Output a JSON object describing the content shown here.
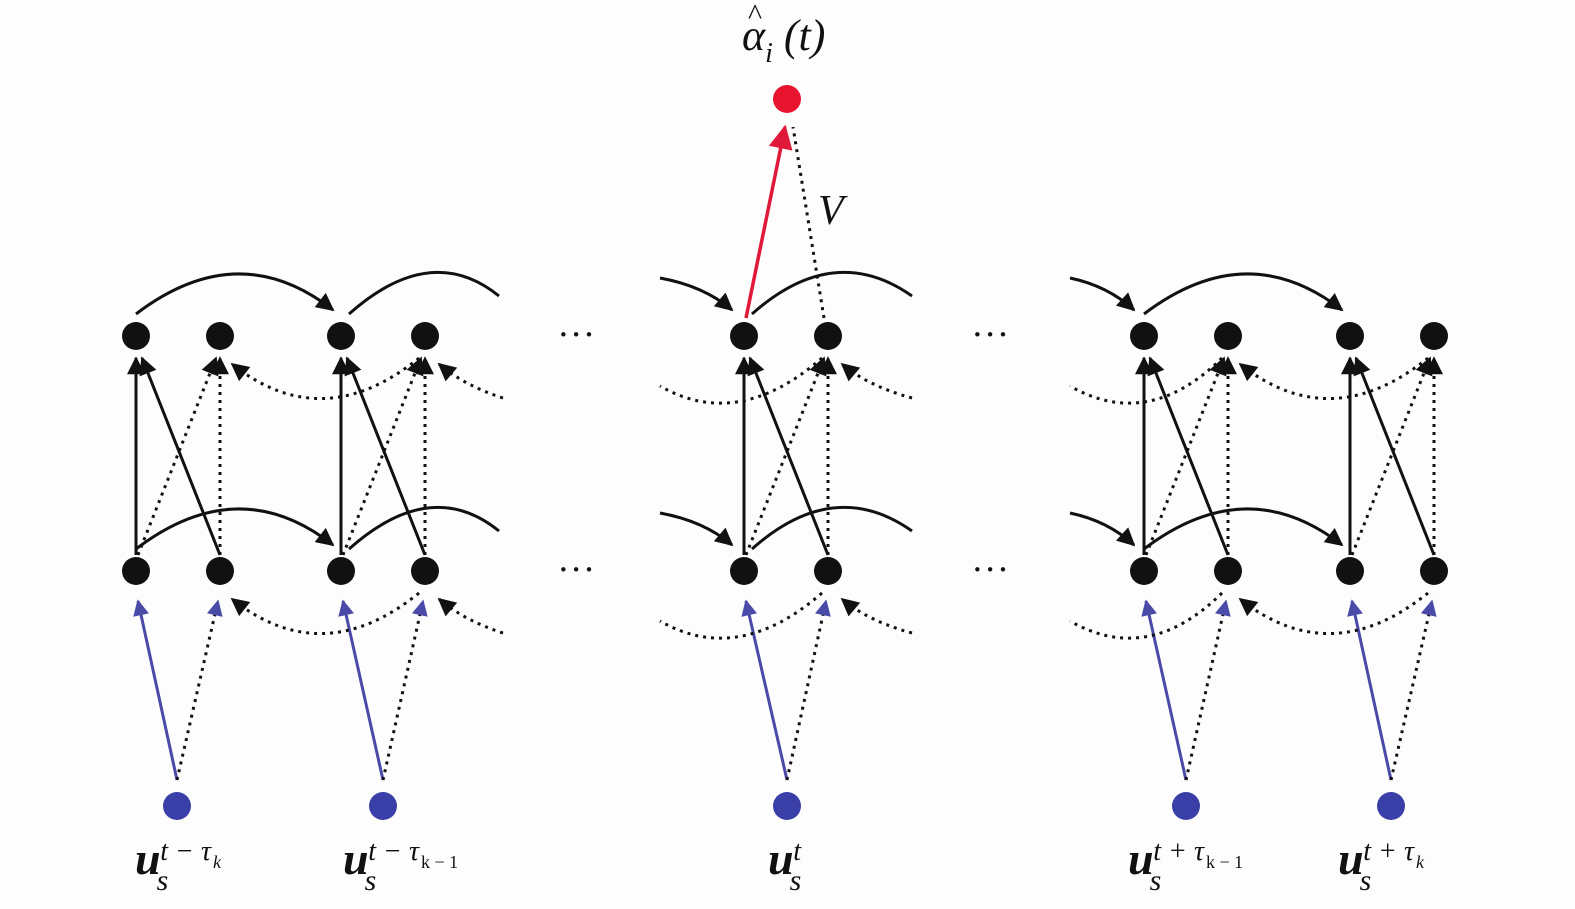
{
  "figure": {
    "output_label": {
      "symbol": "α",
      "hat": "^",
      "subscript": "i",
      "argument": "(t)"
    },
    "weight_label": "V",
    "ellipsis": "···",
    "input_labels": [
      {
        "base": "u",
        "sub": "s",
        "sup": "t − τ",
        "sup_sub": "k"
      },
      {
        "base": "u",
        "sub": "s",
        "sup": "t − τ",
        "sup_sub": "k − 1"
      },
      {
        "base": "u",
        "sub": "s",
        "sup": "t",
        "sup_sub": ""
      },
      {
        "base": "u",
        "sub": "s",
        "sup": "t + τ",
        "sup_sub": "k − 1"
      },
      {
        "base": "u",
        "sub": "s",
        "sup": "t + τ",
        "sup_sub": "k"
      }
    ],
    "colors": {
      "hidden_node": "#111111",
      "input_node": "#3a3fa8",
      "output_node": "#e8132f",
      "input_edge": "#4a4aa8",
      "output_edge": "#e0193a",
      "edge": "#111111"
    }
  }
}
